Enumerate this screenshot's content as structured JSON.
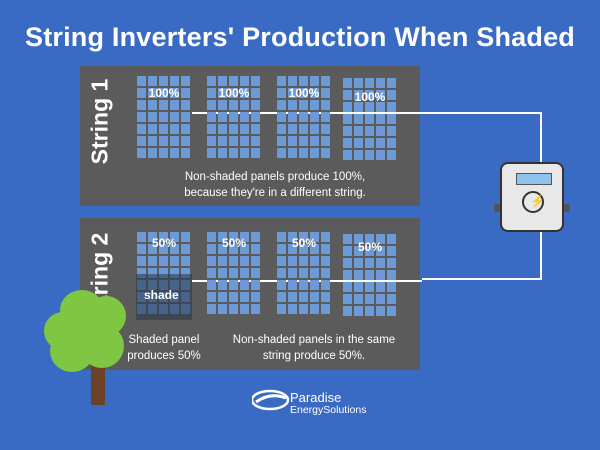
{
  "title": "String Inverters' Production When Shaded",
  "string1": {
    "label": "String 1",
    "panels": [
      "100%",
      "100%",
      "100%",
      "100%"
    ],
    "note_line1": "Non-shaded panels produce 100%,",
    "note_line2": "because they're in a different string."
  },
  "string2": {
    "label": "String 2",
    "panels": [
      "50%",
      "50%",
      "50%",
      "50%"
    ],
    "shade_label": "shade",
    "shaded_note_line1": "Shaded panel",
    "shaded_note_line2": "produces 50%",
    "note_line1": "Non-shaded panels in the same",
    "note_line2": "string produce 50%."
  },
  "logo": {
    "name": "Paradise",
    "sub": "EnergySolutions"
  },
  "colors": {
    "background": "#3a6bc4",
    "panel_box": "#5b5b5b",
    "solar_cell": "#6b9ad6",
    "tree": "#7fc742"
  },
  "icons": [
    "inverter-icon",
    "tree-icon",
    "logo-icon"
  ]
}
